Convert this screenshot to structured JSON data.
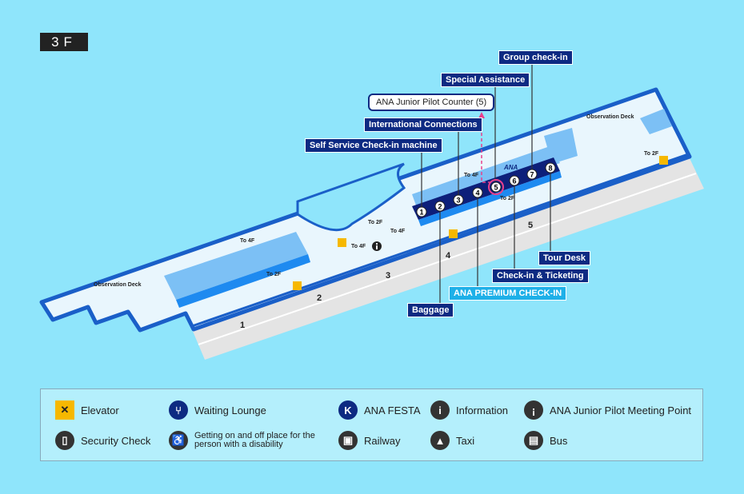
{
  "floor": "3F",
  "labels": {
    "group_checkin": "Group check-in",
    "special_assistance": "Special Assistance",
    "junior_pilot_counter": "ANA Junior Pilot Counter (5)",
    "international_connections": "International Connections",
    "self_service": "Self Service Check-in machine",
    "tour_desk": "Tour Desk",
    "checkin_ticketing": "Check-in & Ticketing",
    "premium_checkin": "ANA PREMIUM CHECK-IN",
    "baggage": "Baggage"
  },
  "map": {
    "observation_deck": "Observation Deck",
    "counters": [
      "1",
      "2",
      "3",
      "4",
      "5",
      "6",
      "7",
      "8"
    ],
    "gates": [
      "1",
      "2",
      "3",
      "4",
      "5"
    ],
    "to_2f": "To 2F",
    "to_4f": "To 4F",
    "ana_logo": "ANA"
  },
  "legend": [
    {
      "icon": "elevator-icon",
      "glyph": "✕",
      "label": "Elevator"
    },
    {
      "icon": "waiting-lounge-icon",
      "glyph": "⑂",
      "label": "Waiting Lounge"
    },
    {
      "icon": "ana-festa-icon",
      "glyph": "K",
      "label": "ANA FESTA"
    },
    {
      "icon": "information-icon",
      "glyph": "i",
      "label": "Information"
    },
    {
      "icon": "junior-pilot-icon",
      "glyph": "¡",
      "label": "ANA Junior Pilot Meeting Point"
    },
    {
      "icon": "security-check-icon",
      "glyph": "▯",
      "label": "Security Check"
    },
    {
      "icon": "accessibility-icon",
      "glyph": "♿",
      "label": "Getting on and off place for the person with a disability"
    },
    {
      "icon": "railway-icon",
      "glyph": "▣",
      "label": "Railway"
    },
    {
      "icon": "taxi-icon",
      "glyph": "▲",
      "label": "Taxi"
    },
    {
      "icon": "bus-icon",
      "glyph": "▤",
      "label": "Bus"
    }
  ]
}
